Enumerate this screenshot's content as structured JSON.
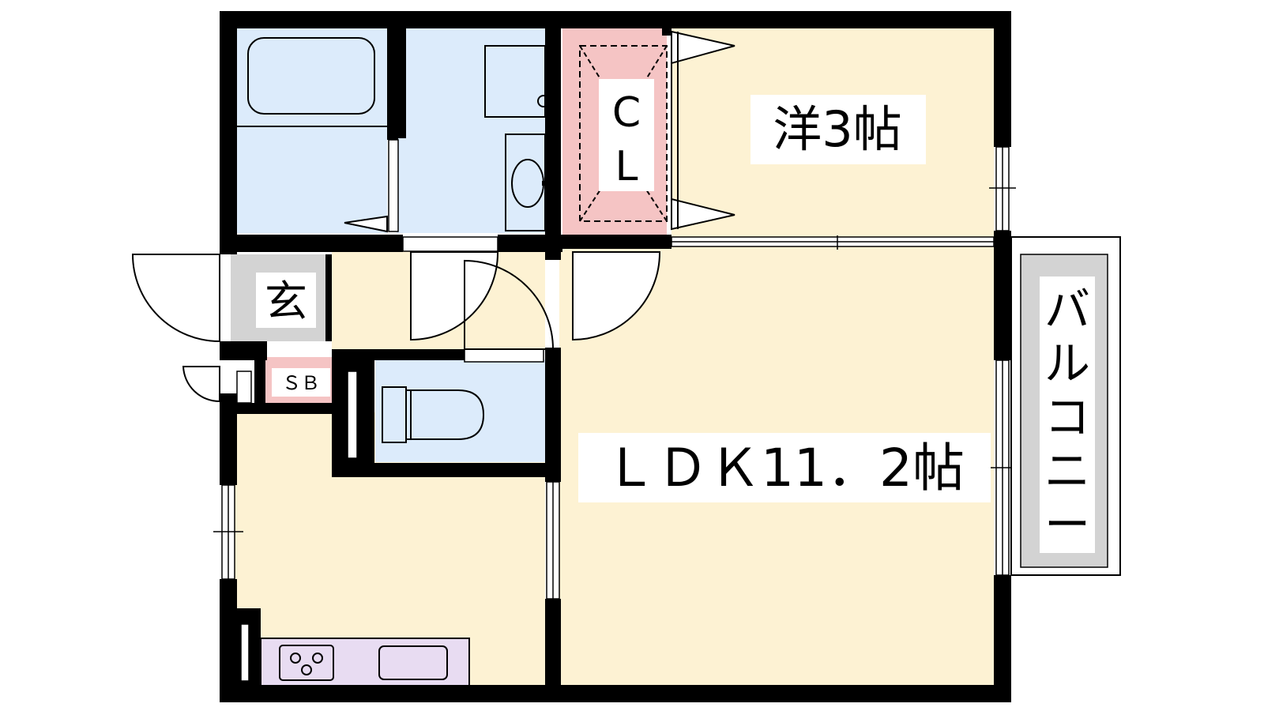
{
  "floor_plan": {
    "rooms": {
      "western": {
        "label": "洋3帖"
      },
      "closet": {
        "label_top": "C",
        "label_bottom": "L"
      },
      "ldk": {
        "label": "ＬＤＫ11．2帖"
      },
      "entrance": {
        "label": "玄"
      },
      "shoe_box": {
        "label": "ＳＢ"
      },
      "balcony": {
        "label": "バルコニー",
        "chars": [
          "バ",
          "ル",
          "コ",
          "ニ",
          "ー"
        ]
      },
      "bath": {
        "label": ""
      },
      "washroom": {
        "label": ""
      },
      "toilet": {
        "label": ""
      },
      "kitchen": {
        "label": ""
      }
    },
    "colors": {
      "wall": "#000000",
      "room_floor": "#fdf2d3",
      "wet_area": "#dcebfb",
      "closet": "#f5c4c4",
      "entrance": "#d3d3d3",
      "kitchen_counter": "#e8dcf2",
      "balcony": "#d3d3d3"
    }
  }
}
